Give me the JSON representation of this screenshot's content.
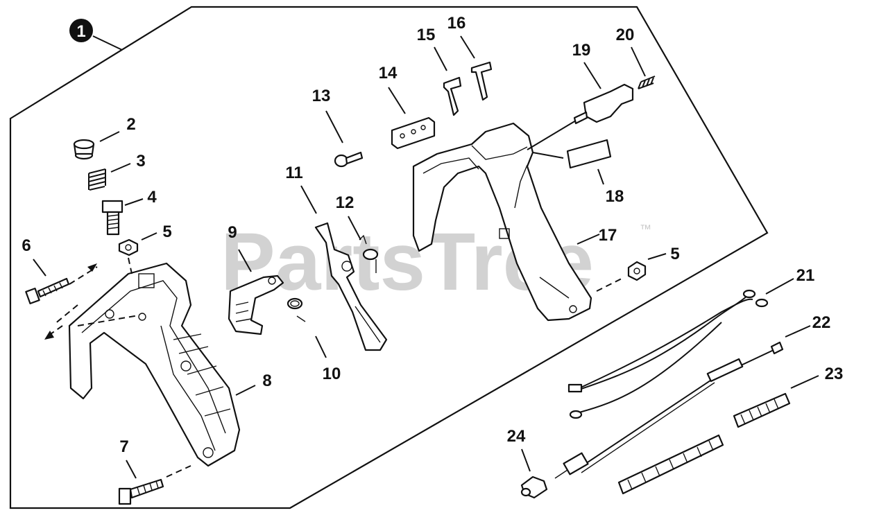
{
  "watermark": {
    "text": "PartsTree",
    "trademark": "™"
  },
  "assembly_badge": "1",
  "callouts": [
    "2",
    "3",
    "4",
    "5",
    "6",
    "7",
    "8",
    "9",
    "10",
    "11",
    "12",
    "13",
    "14",
    "15",
    "16",
    "17",
    "18",
    "19",
    "20",
    "21",
    "22",
    "23",
    "24",
    "5"
  ]
}
